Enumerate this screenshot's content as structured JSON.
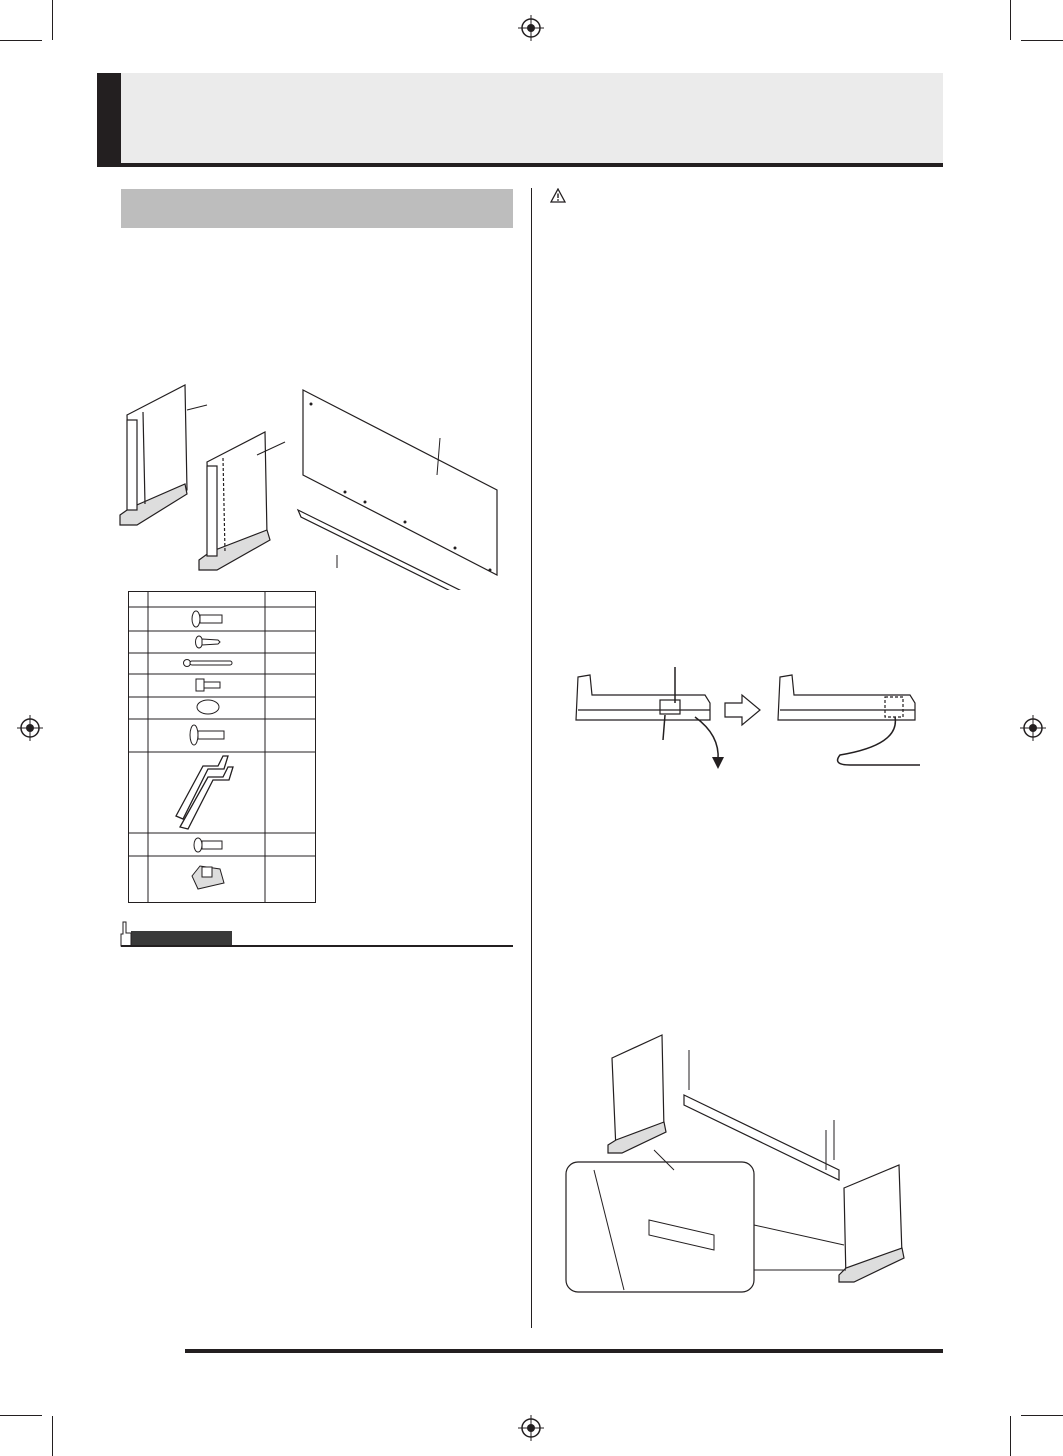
{
  "page": {
    "header_title": "",
    "section_heading": "",
    "note_label": "",
    "warning_icon": "warning-triangle-icon",
    "registration_mark_icon": "registration-crosshair-icon"
  },
  "parts_table": {
    "headers": [
      "",
      "",
      ""
    ],
    "rows": [
      {
        "number": "",
        "icon": "long-screw-icon",
        "quantity": ""
      },
      {
        "number": "",
        "icon": "short-screw-icon",
        "quantity": ""
      },
      {
        "number": "",
        "icon": "tie-band-icon",
        "quantity": ""
      },
      {
        "number": "",
        "icon": "bolt-icon",
        "quantity": ""
      },
      {
        "number": "",
        "icon": "cap-icon",
        "quantity": ""
      },
      {
        "number": "",
        "icon": "thumb-screw-icon",
        "quantity": ""
      },
      {
        "number": "",
        "icon": "bracket-icon",
        "quantity": ""
      },
      {
        "number": "",
        "icon": "small-screw-icon",
        "quantity": ""
      },
      {
        "number": "",
        "icon": "cable-clip-icon",
        "quantity": ""
      }
    ]
  },
  "figures": {
    "parts_overview": "stand-parts-illustration",
    "cable_routing": "pedal-cable-illustration",
    "assembly": "stand-assembly-illustration"
  }
}
